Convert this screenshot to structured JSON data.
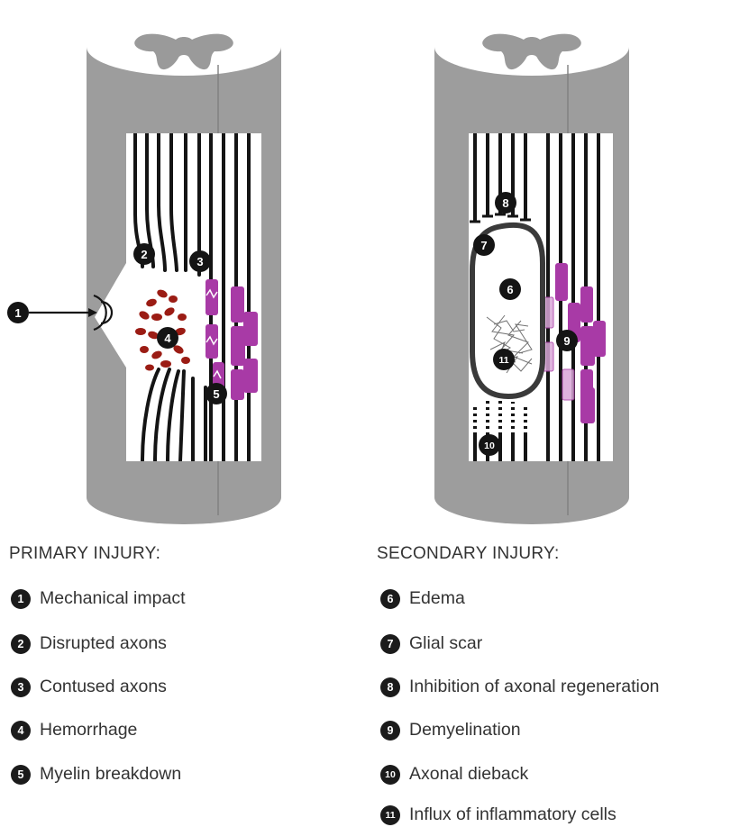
{
  "colors": {
    "tissue": "#9d9d9d",
    "white_matter": "#ffffff",
    "gray_matter": "#9a9a9a",
    "axon": "#141414",
    "myelin": "#a83aa6",
    "hemorrhage": "#9b1c14",
    "scar": "#3a3a3a"
  },
  "primary": {
    "markers": [
      "1",
      "2",
      "3",
      "4",
      "5"
    ],
    "heading": "PRIMARY INJURY:",
    "items": [
      {
        "num": "1",
        "label": "Mechanical impact"
      },
      {
        "num": "2",
        "label": "Disrupted axons"
      },
      {
        "num": "3",
        "label": "Contused axons"
      },
      {
        "num": "4",
        "label": "Hemorrhage"
      },
      {
        "num": "5",
        "label": "Myelin breakdown"
      }
    ]
  },
  "secondary": {
    "markers": [
      "6",
      "7",
      "8",
      "9",
      "10",
      "11"
    ],
    "heading": "SECONDARY INJURY:",
    "items": [
      {
        "num": "6",
        "label": "Edema"
      },
      {
        "num": "7",
        "label": "Glial scar"
      },
      {
        "num": "8",
        "label": "Inhibition of axonal regeneration"
      },
      {
        "num": "9",
        "label": "Demyelination"
      },
      {
        "num": "10",
        "label": "Axonal dieback"
      },
      {
        "num": "11",
        "label": "Influx of inflammatory cells"
      }
    ]
  }
}
